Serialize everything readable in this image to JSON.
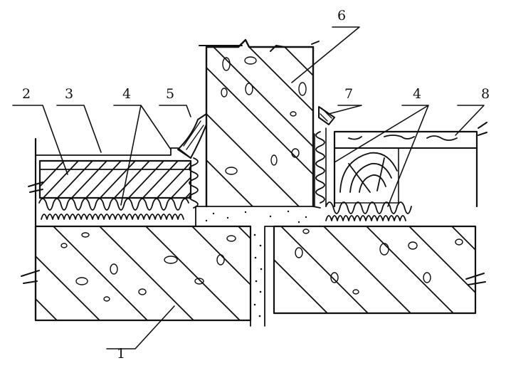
{
  "labels": {
    "l1": "1",
    "l2": "2",
    "l3": "3",
    "l4a": "4",
    "l4b": "4",
    "l5": "5",
    "l6": "6",
    "l7": "7",
    "l8": "8"
  },
  "colors": {
    "ink": "#111111",
    "paper": "#ffffff"
  }
}
